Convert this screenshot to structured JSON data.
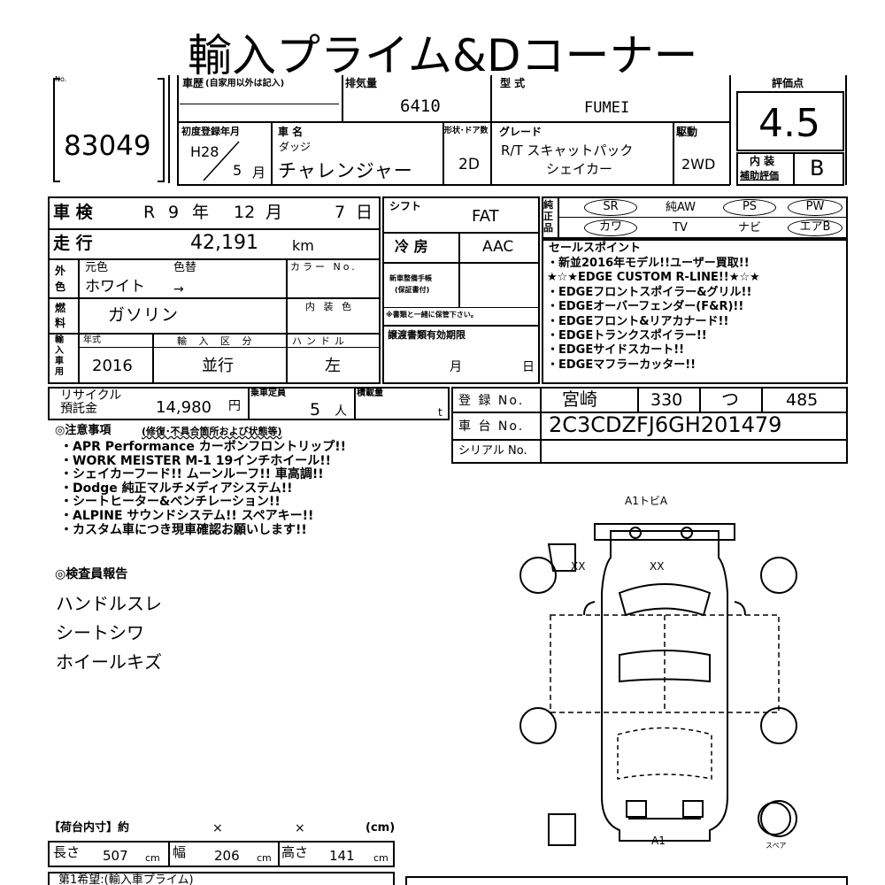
{
  "header": {
    "title": "輸入プライム&Dコーナー",
    "no_label": "No.",
    "lot_number": "83049"
  },
  "vehicle": {
    "history_label": "車歴",
    "history_note": "(自家用以外は記入)",
    "displacement_label": "排気量",
    "displacement": "6410",
    "model_type_label": "型 式",
    "model_type": "FUMEI",
    "first_reg_label": "初度登録年月",
    "first_reg_year": "H28",
    "first_reg_month": "5",
    "month_unit": "月",
    "car_name_label": "車 名",
    "maker": "ダッジ",
    "car_name": "チャレンジャー",
    "door_label": "形状･ドア数",
    "doors": "2D",
    "grade_label": "グレード",
    "grade_line1": "R/T スキャットパック",
    "grade_line2": "シェイカー",
    "drive_label": "駆動",
    "drive": "2WD"
  },
  "score": {
    "label": "評価点",
    "value": "4.5",
    "interior_label_1": "内 装",
    "interior_label_2": "補助評価",
    "interior_value": "B"
  },
  "inspection": {
    "label": "車 検",
    "era": "R",
    "year": "9",
    "year_unit": "年",
    "month": "12",
    "month_unit": "月",
    "day": "7",
    "day_unit": "日"
  },
  "mileage": {
    "label": "走 行",
    "value": "42,191",
    "unit": "km"
  },
  "color": {
    "side_label": "外色",
    "orig_label": "元色",
    "change_label": "色替",
    "code_label": "カラー No.",
    "value": "ホワイト",
    "arrow": "→"
  },
  "fuel": {
    "side_label": "燃料",
    "value": "ガソリン",
    "interior_color_label": "内 装 色"
  },
  "import": {
    "side_label": "輸入車用",
    "year_label": "年式",
    "class_label": "輸 入 区 分",
    "handle_label": "ハンドル",
    "year": "2016",
    "class": "並行",
    "handle": "左"
  },
  "shift": {
    "label": "シフト",
    "value": "FAT"
  },
  "ac": {
    "label": "冷 房",
    "value": "AAC"
  },
  "manual": {
    "label1": "新車整備手帳",
    "label2": "(保証書付)",
    "note": "※書類と一緒に保管下さい。"
  },
  "transfer": {
    "label": "譲渡書類有効期限",
    "month": "月",
    "day": "日"
  },
  "equipment": {
    "side_label": "純正品",
    "items": [
      "SR",
      "純AW",
      "PS",
      "PW",
      "カワ",
      "TV",
      "ナビ",
      "エアB"
    ]
  },
  "sales": {
    "label": "セールスポイント",
    "lines": [
      "・新並2016年モデル!!ユーザー買取!!",
      "★☆★EDGE CUSTOM R-LINE!!★☆★",
      "・EDGEフロントスポイラー&グリル!!",
      "・EDGEオーバーフェンダー(F&R)!!",
      "・EDGEフロント&リアカナード!!",
      "・EDGEトランクスポイラー!!",
      "・EDGEサイドスカート!!",
      "・EDGEマフラーカッター!!"
    ]
  },
  "recycle": {
    "label1": "リサイクル",
    "label2": "預託金",
    "value": "14,980",
    "unit": "円",
    "capacity_label": "乗車定員",
    "capacity": "5",
    "capacity_unit": "人",
    "load_label": "積載量",
    "load_unit": "t"
  },
  "registration": {
    "label": "登 録 No.",
    "region": "宮崎",
    "class_no": "330",
    "kana": "つ",
    "number": "485"
  },
  "chassis": {
    "label": "車 台 No.",
    "value": "2C3CDZFJ6GH201479"
  },
  "serial": {
    "label": "シリアル No."
  },
  "notes": {
    "label": "◎注意事項",
    "sub": "(修復･不具合箇所および状態等)",
    "lines": [
      "・APR Performance カーボンフロントリップ!!",
      "・WORK MEISTER M-1 19インチホイール!!",
      "・シェイカーフード!!  ムーンルーフ!! 車高調!!",
      "・Dodge 純正マルチメディアシステム!!",
      "・シートヒーター&ベンチレーション!!",
      "・ALPINE サウンドシステム!!  スペアキー!!",
      "・カスタム車につき現車確認お願いします!!"
    ]
  },
  "inspector": {
    "label": "◎検査員報告",
    "lines": [
      "ハンドルスレ",
      "シートシワ",
      "ホイールキズ"
    ]
  },
  "diagram": {
    "top_mark": "A1トビA",
    "left_mark": "XX",
    "roof_mark": "XX",
    "bottom_mark": "A1",
    "spare_label": "スペア"
  },
  "cargo": {
    "label": "【荷台内寸】約",
    "x1": "×",
    "x2": "×",
    "unit": "(cm)",
    "length_label": "長さ",
    "length": "507",
    "width_label": "幅",
    "width": "206",
    "height_label": "高さ",
    "height": "141",
    "cm": "cm"
  },
  "footer": {
    "text": "第1希望:(輸入車プライム)"
  }
}
